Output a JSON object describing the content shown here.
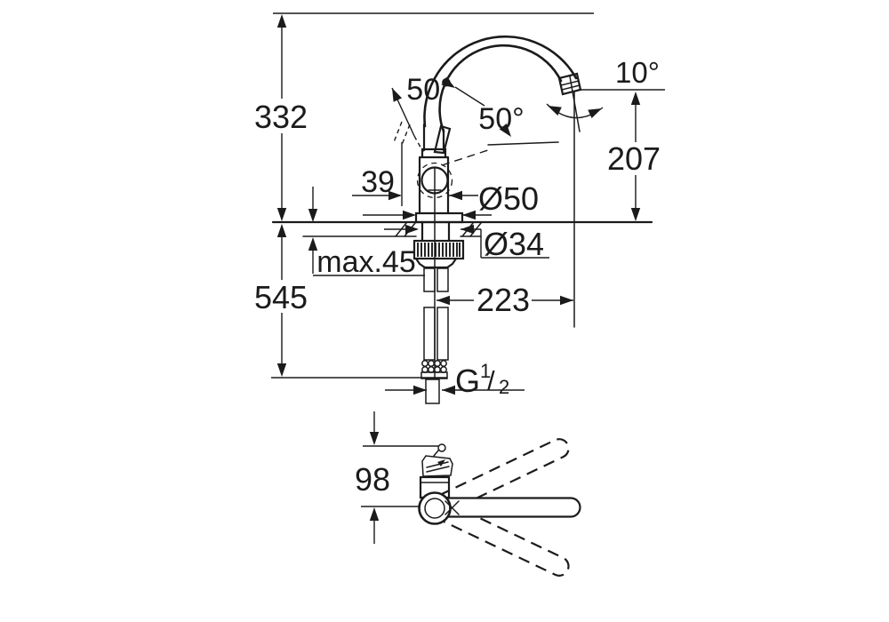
{
  "dims": {
    "overall_height": "332",
    "handle_angle_a": "50°",
    "handle_angle_b": "50°",
    "spout_tilt": "10°",
    "outlet_height": "207",
    "handle_offset": "39",
    "base_diameter": "Ø50",
    "hole_diameter": "Ø34",
    "max_deck_thickness": "max.45",
    "hose_length": "545",
    "spout_reach": "223",
    "swivel_body_depth": "98",
    "thread": {
      "letter": "G",
      "numerator": "1",
      "slash": "/",
      "denominator": "2"
    }
  },
  "colors": {
    "line": "#1b1b1b",
    "background": "#ffffff"
  }
}
